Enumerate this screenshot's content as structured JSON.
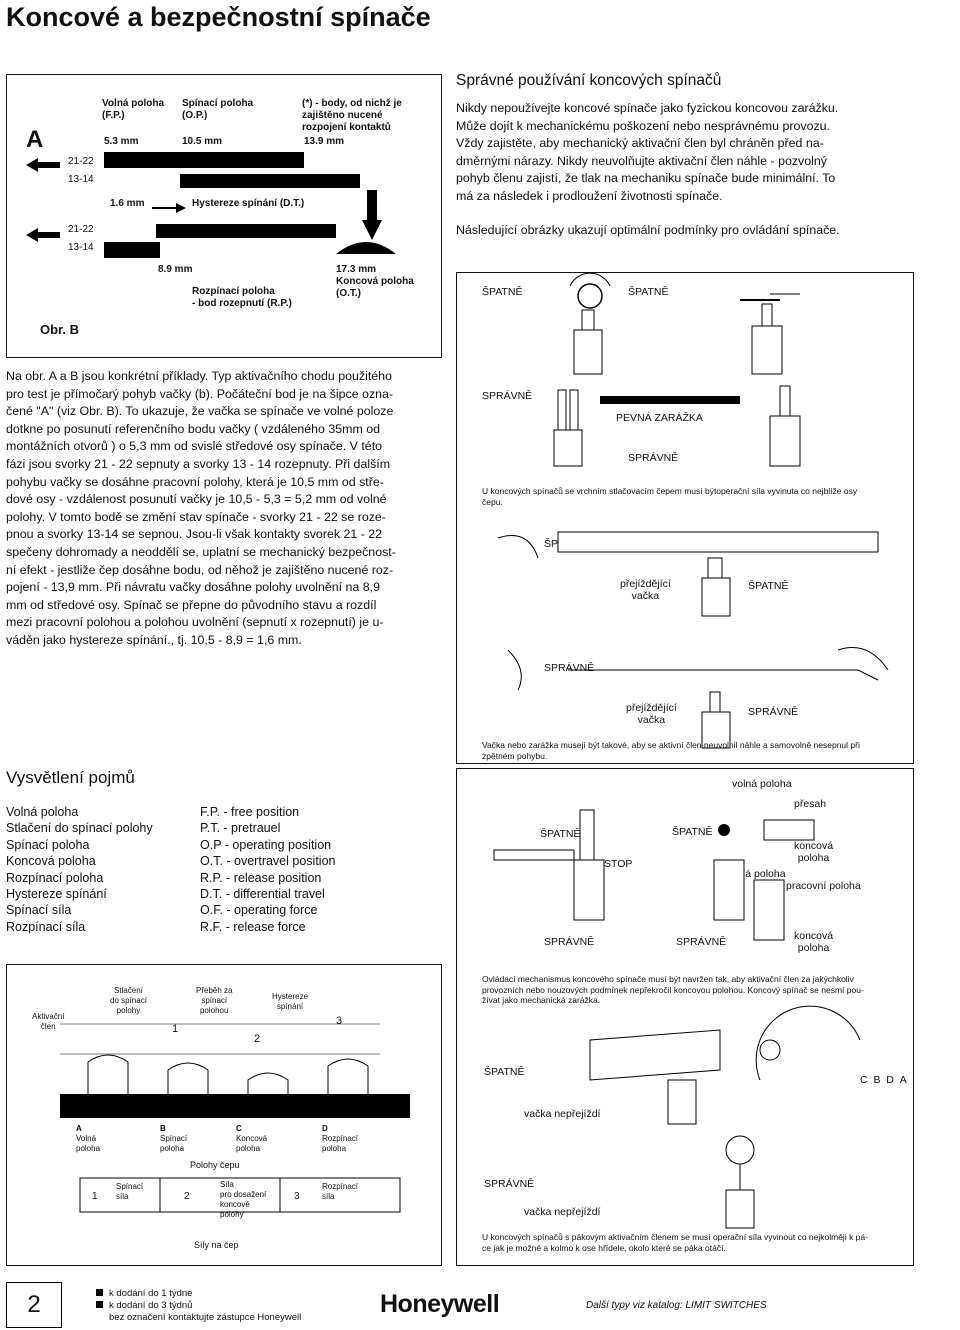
{
  "page": {
    "title": "Koncové a bezpečnostní spínače",
    "page_number": "2",
    "brand": "Honeywell",
    "footer_catalog": "Další typy viz katalog: LIMIT SWITCHES",
    "footer_items": [
      "k dodání do 1 týdne",
      "k dodání do 3 týdnů",
      "bez označení kontaktujte zástupce Honeywell"
    ]
  },
  "diagram_a": {
    "letter": "A",
    "col1": [
      "Volná poloha",
      "(F.P.)"
    ],
    "col2": [
      "Spínací poloha",
      "(O.P.)"
    ],
    "col3": [
      "(*) - body, od nichž je",
      "zajištěno nucené",
      "rozpojení kontaktů"
    ],
    "mm_53": "5.3 mm",
    "mm_105": "10.5 mm",
    "mm_139": "13.9 mm",
    "mm_16": "1.6 mm",
    "hyst": "Hystereze spínání (D.T.)",
    "row1": "21-22",
    "row2": "13-14",
    "row1b": "21-22",
    "row2b": "13-14",
    "mm_89": "8.9 mm",
    "mm_173": "17.3 mm",
    "rp": [
      "Rozpínací poloha",
      "- bod rozepnutí (R.P.)"
    ],
    "ot": [
      "Koncová poloha",
      "(O.T.)"
    ],
    "obr": "Obr. B"
  },
  "left_paragraph": [
    "Na obr. A a B jsou konkrétní příklady. Typ aktivačního chodu použitého",
    "pro test je přímočarý pohyb vačky (b). Počáteční bod je na šipce ozna-",
    "čené \"A\" (viz Obr. B). To ukazuje, že vačka se spínače ve volné poloze",
    "dotkne po posunutí referenčního bodu vačky ( vzdáleného 35mm od",
    "montážních otvorů ) o 5,3 mm od svislé středové osy spínače. V této",
    "fázi jsou svorky 21 - 22 sepnuty a svorky 13 - 14 rozepnuty. Při dalším",
    "pohybu vačky se dosáhne pracovní polohy, která je 10,5 mm od stře-",
    "dové osy - vzdálenost posunutí vačky je 10,5 - 5,3 = 5,2 mm od volné",
    "polohy.  V tomto bodě se změní stav spínače - svorky 21 - 22 se roze-",
    "pnou a svorky 13-14 se sepnou. Jsou-li  však kontakty svorek 21 - 22",
    "spečeny dohromady a neoddělí se, uplatní se mechanický bezpečnost-",
    "ní efekt - jestliže čep dosáhne bodu, od něhož je zajištěno nucené roz-",
    "pojení - 13,9 mm.  Při návratu vačky dosáhne polohy uvolnění na 8,9",
    "mm od středové osy. Spínač se přepne do původního stavu a rozdíl",
    "mezi pracovní polohou  a polohou uvolnění (sepnutí x rozepnutí) je u-",
    "váděn jako hystereze spínání., tj. 10,5 - 8,9 = 1,6 mm."
  ],
  "right_section": {
    "title": "Správné používání koncových spínačů",
    "intro": [
      "Nikdy nepoužívejte koncové spínače jako fyzickou koncovou zarážku.",
      "Může dojít k mechanickému poškození nebo nesprávnému provozu.",
      "Vždy zajistěte, aby mechanický aktivační člen byl chráněn před na-",
      "dměrnými nárazy. Nikdy neuvolňujte aktivační člen náhle - pozvolný",
      "pohyb členu zajistí, že tlak na mechaniku spínače bude minimální. To",
      "má za následek i prodloužení životnosti spínače."
    ],
    "intro2": "Následující obrázky ukazují optimální podmínky pro ovládání spínače.",
    "spatne": "ŠPATNĚ",
    "spravne": "SPRÁVNĚ",
    "pevna_zarazka": "PEVNÁ ZARÁŽKA",
    "note1": [
      "U koncových spínačů se vrchním stlačovacím čepem musí býtoperační síla vyvinuta co nejblíže osy",
      "čepu."
    ],
    "prejizdejici": [
      "přejíždějící",
      "vačka"
    ],
    "note2": [
      "Vačka nebo zarážka musejí být takové, aby se aktivní člen neuvolnil náhle a samovolně nesepnul při",
      "zpětném pohybu."
    ],
    "volna_poloha": "volná poloha",
    "presah": "přesah",
    "koncova_poloha": [
      "koncová",
      "poloha"
    ],
    "stop": "STOP",
    "pracovni_poloha": "pracovní poloha",
    "note3": [
      "Ovládací mechanismus koncového spínače musí být navržen tak, aby aktivační člen za jakýchkoliv",
      "provozních nebo  nouzových podmínek nepřekročil koncovou polohou. Koncový spínač se nesmí  pou-",
      "žívat jako mechanická zarážka."
    ],
    "cba": [
      "C",
      "B",
      "D",
      "A"
    ],
    "vacka_neprejizdi": "vačka nepřejíždí",
    "note4": [
      "U koncových spínačů s pákovým aktivačním členem se musí operační síla vyvinout co nejkolměji k pá-",
      "ce jak je možné a kolmo  k ose hřídele, okolo které se páka otáčí."
    ]
  },
  "glossary": {
    "title": "Vysvětlení pojmů",
    "terms": [
      "Volná poloha",
      "Stlačení do spínací polohy",
      "Spínací poloha",
      "Koncová poloha",
      "Rozpínací poloha",
      "Hystereze spínání",
      "Spínací síla",
      "Rozpínací síla"
    ],
    "abbr": [
      "F.P.  - free position",
      "P.T.  - pretrauel",
      "O.P  - operating position",
      "O.T.  - overtravel position",
      "R.P.  - release position",
      "D.T.  - differential travel",
      "O.F.  - operating force",
      "R.F.  - release force"
    ]
  },
  "plunger": {
    "aktivacni": [
      "Aktivační",
      "člen"
    ],
    "stlaceni": [
      "Stlačení",
      "do spínací",
      "polohy"
    ],
    "prebeh": [
      "Přeběh za",
      "spínací",
      "polohou"
    ],
    "hystereze": [
      "Hystereze",
      "spínání"
    ],
    "n1": "1",
    "n2": "2",
    "n3": "3",
    "a": [
      "A",
      "Volná",
      "poloha"
    ],
    "b": [
      "B",
      "Spínací",
      "poloha"
    ],
    "c": [
      "C",
      "Koncová",
      "poloha"
    ],
    "d": [
      "D",
      "Rozpínací",
      "poloha"
    ],
    "polohy_cepu": "Polohy čepu",
    "f1": [
      "Spínací",
      "síla"
    ],
    "f2": [
      "Síla",
      "pro dosažení",
      "koncové",
      "polohy"
    ],
    "f3": [
      "Rozpínací",
      "síla"
    ],
    "sily": "Síly na čep"
  }
}
